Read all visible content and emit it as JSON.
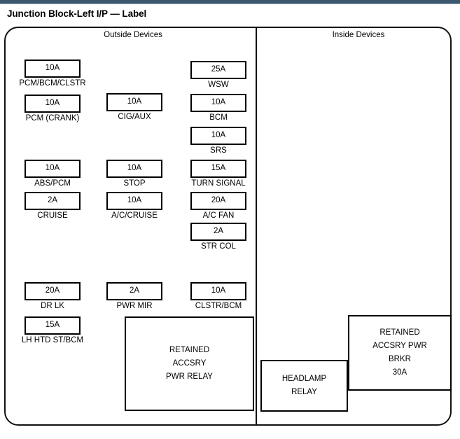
{
  "figure": {
    "title": "Junction Block-Left I/P — Label",
    "sections": {
      "outside": "Outside  Devices",
      "inside": "Inside  Devices"
    }
  },
  "colors": {
    "top_bar": "#3c586e",
    "outline": "#111111",
    "box_border": "#000000",
    "text": "#000000",
    "background": "#ffffff"
  },
  "columns": [
    {
      "name": "column-1",
      "fuses": [
        {
          "rating": "10A",
          "label": "PCM/BCM/CLSTR"
        },
        {
          "rating": "10A",
          "label": "PCM (CRANK)"
        },
        {
          "rating": "10A",
          "label": "ABS/PCM"
        },
        {
          "rating": "2A",
          "label": "CRUISE"
        },
        {
          "rating": "20A",
          "label": "DR LK"
        },
        {
          "rating": "15A",
          "label": "LH HTD ST/BCM"
        }
      ]
    },
    {
      "name": "column-2",
      "fuses": [
        {
          "rating": "10A",
          "label": "CIG/AUX"
        },
        {
          "rating": "10A",
          "label": "STOP"
        },
        {
          "rating": "10A",
          "label": "A/C/CRUISE"
        },
        {
          "rating": "2A",
          "label": "PWR MIR"
        }
      ]
    },
    {
      "name": "column-3",
      "fuses": [
        {
          "rating": "25A",
          "label": "WSW"
        },
        {
          "rating": "10A",
          "label": "BCM"
        },
        {
          "rating": "10A",
          "label": "SRS"
        },
        {
          "rating": "15A",
          "label": "TURN SIGNAL"
        },
        {
          "rating": "20A",
          "label": "A/C FAN"
        },
        {
          "rating": "2A",
          "label": "STR COL"
        },
        {
          "rating": "10A",
          "label": "CLSTR/BCM"
        }
      ]
    }
  ],
  "relays": {
    "retained_accsry_pwr_relay": {
      "line1": "RETAINED",
      "line2": "ACCSRY",
      "line3": "PWR RELAY"
    },
    "headlamp_relay": {
      "line1": "HEADLAMP",
      "line2": "RELAY"
    },
    "retained_accsry_pwr_brkr": {
      "line1": "RETAINED",
      "line2": "ACCSRY PWR",
      "line3": "BRKR",
      "line4": "30A"
    }
  }
}
